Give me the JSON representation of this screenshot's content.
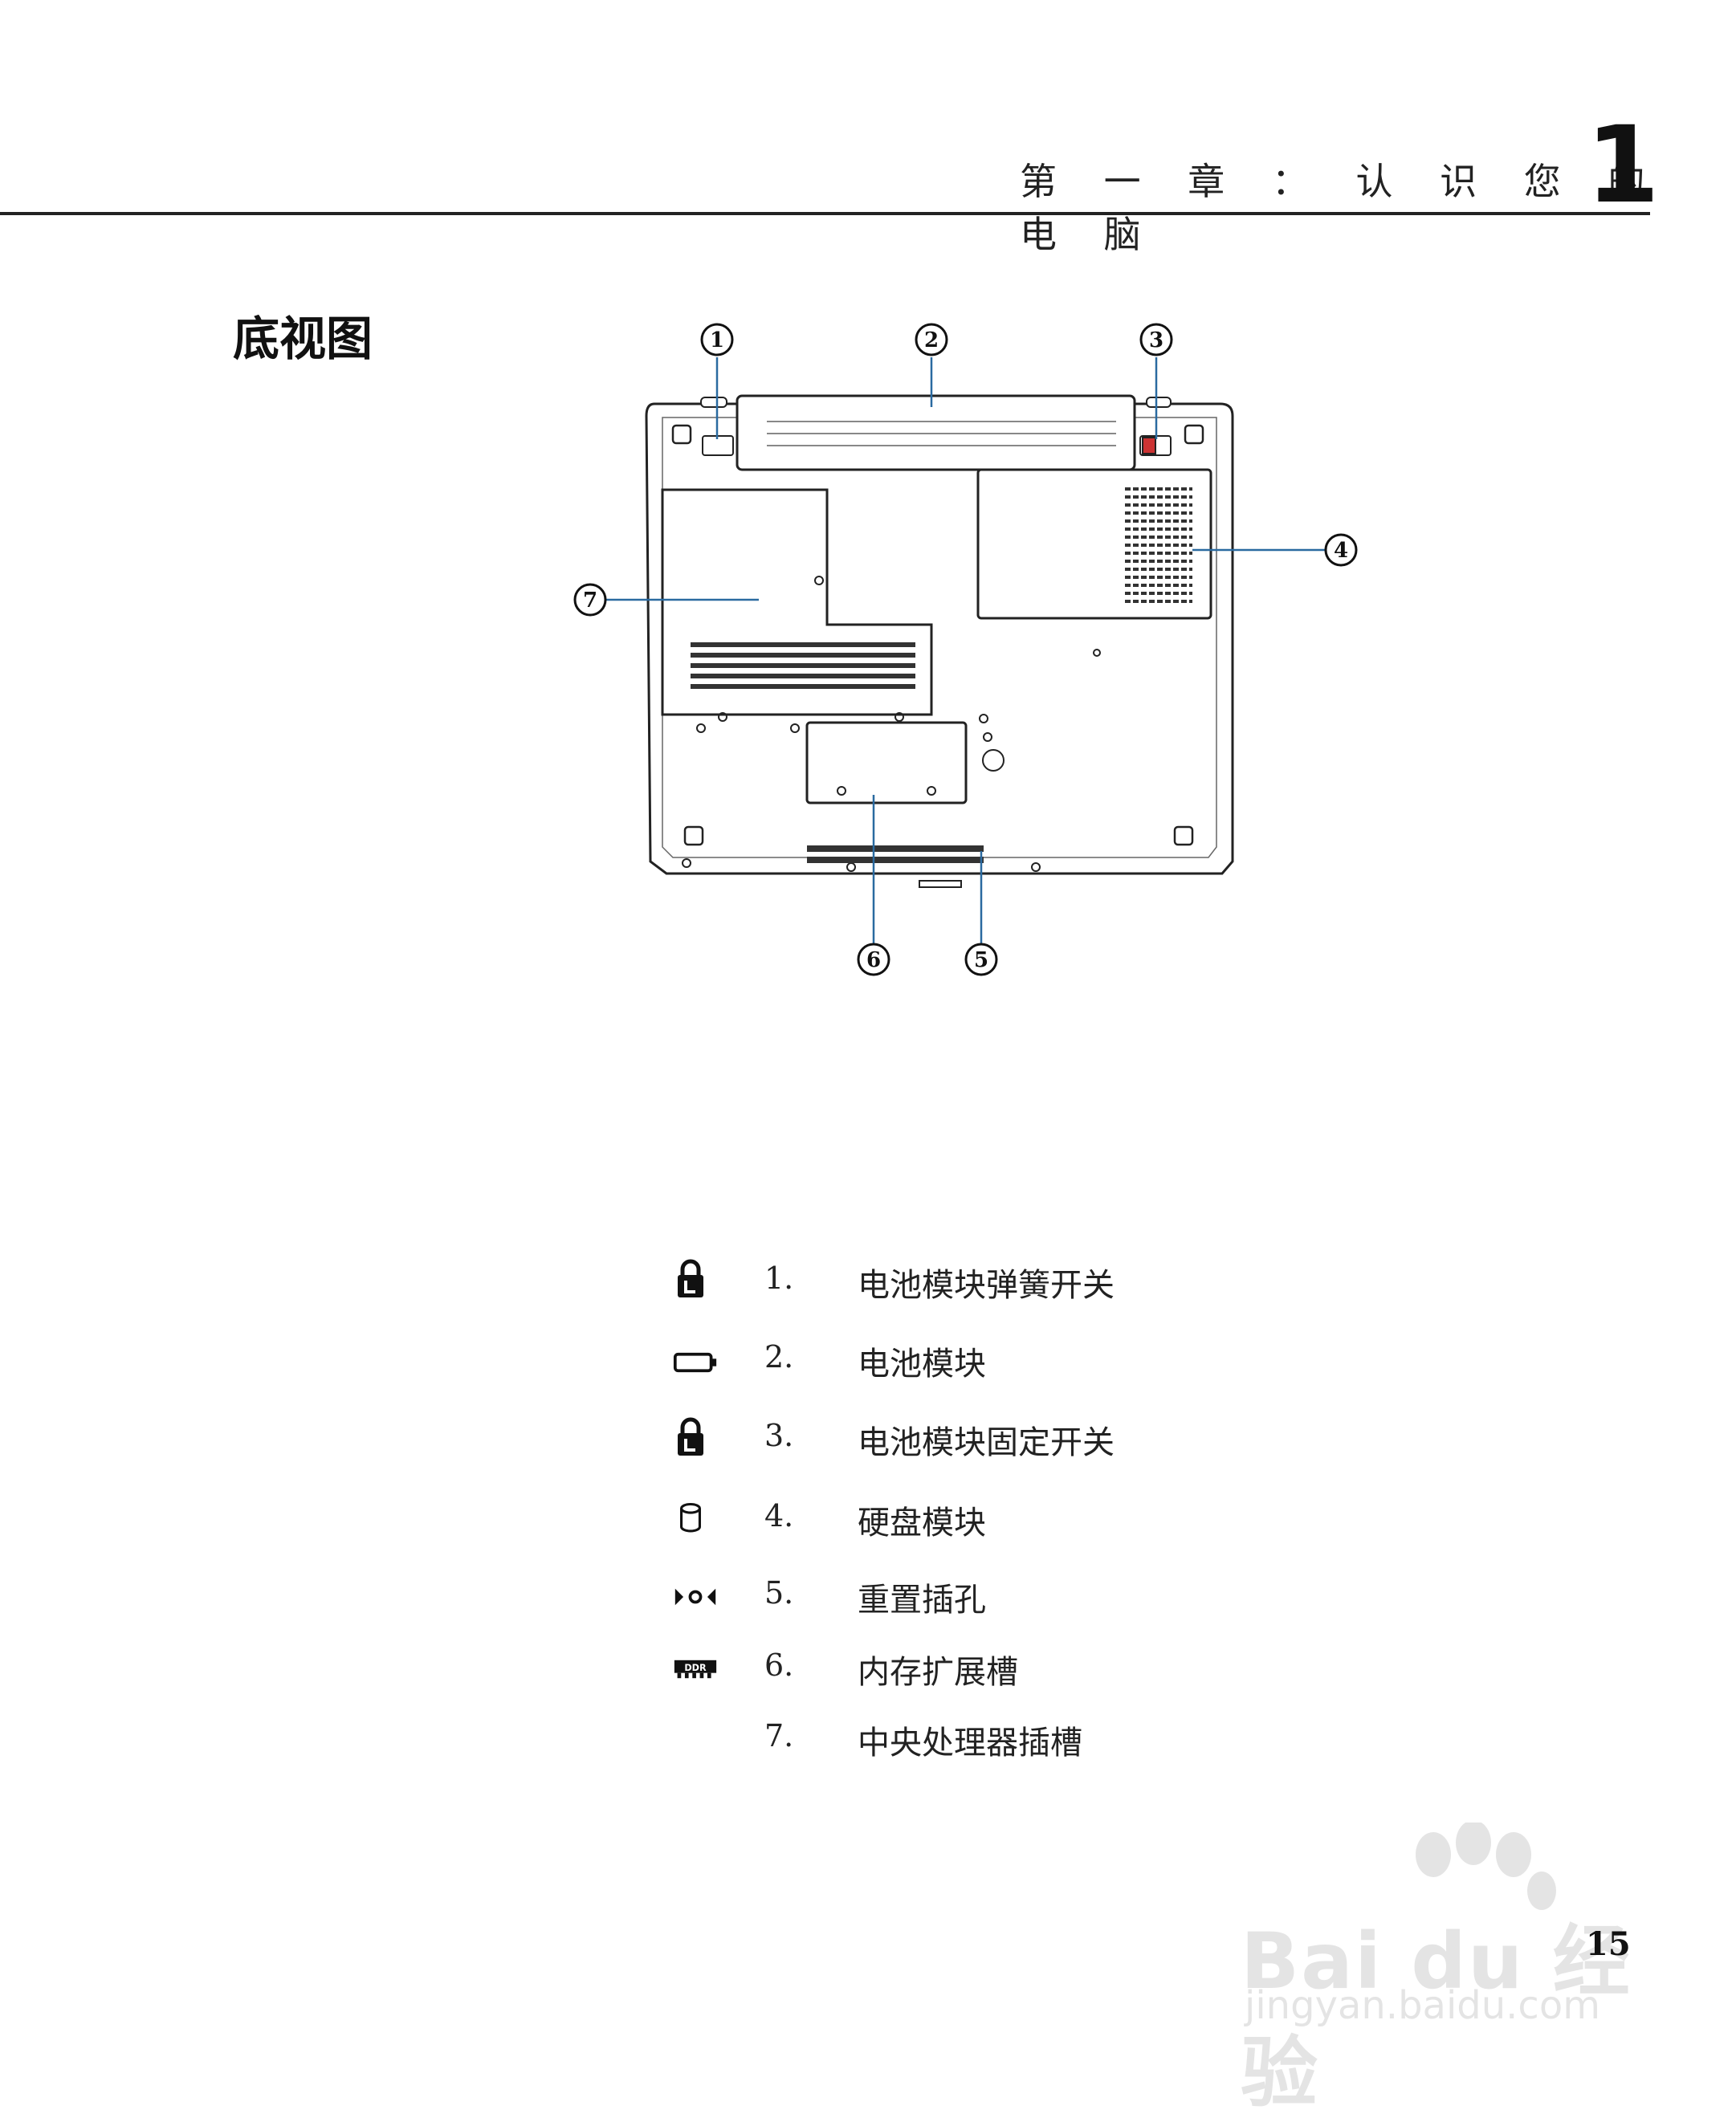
{
  "header": {
    "chapter_title": "第 一 章 ： 认 识 您 的 电 脑",
    "chapter_number": "1"
  },
  "section": {
    "title": "底视图"
  },
  "diagram": {
    "callouts": [
      "1",
      "2",
      "3",
      "4",
      "5",
      "6",
      "7"
    ]
  },
  "legend": [
    {
      "icon": "lock-icon",
      "number": "1.",
      "label": "电池模块弹簧开关"
    },
    {
      "icon": "battery-icon",
      "number": "2.",
      "label": "电池模块"
    },
    {
      "icon": "lock-icon",
      "number": "3.",
      "label": "电池模块固定开关"
    },
    {
      "icon": "hard-disk-icon",
      "number": "4.",
      "label": "硬盘模块"
    },
    {
      "icon": "reset-icon",
      "number": "5.",
      "label": "重置插孔"
    },
    {
      "icon": "ddr-memory-icon",
      "number": "6.",
      "label": "内存扩展槽"
    },
    {
      "icon": "",
      "number": "7.",
      "label": "中央处理器插槽"
    }
  ],
  "footer": {
    "page_number": "15"
  },
  "watermark": {
    "brand": "Bai du 经验",
    "url": "jingyan.baidu.com"
  }
}
